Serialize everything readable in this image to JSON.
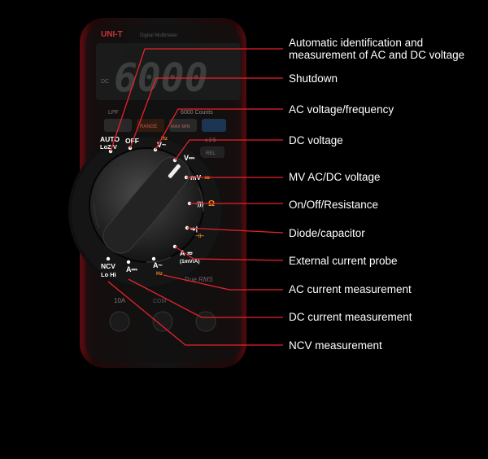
{
  "device": {
    "brand": "UNI-T",
    "subtitle": "Digital Multimeter",
    "display_reading": "6000",
    "display_side": "DC",
    "lcd_text": "LPF",
    "range_label": "RANGE",
    "max_min_label": "MAX MIN",
    "count_label": "6000 Counts",
    "rel_label": "REL",
    "threshold_label": "≤ 2 5",
    "true_rms_label": "True RMS",
    "jack_label": "10A",
    "com_label": "COM"
  },
  "dial": {
    "positions": [
      {
        "id": "auto",
        "label": "AUTO",
        "sub": "LoZ V"
      },
      {
        "id": "off",
        "label": "OFF",
        "sub": ""
      },
      {
        "id": "acv",
        "label": "V~",
        "sub": "Hz"
      },
      {
        "id": "dcv",
        "label": "V⎓",
        "sub": ""
      },
      {
        "id": "mv",
        "label": "mV",
        "sub": "≂"
      },
      {
        "id": "ohm",
        "label": "·))) ",
        "sub": "Ω"
      },
      {
        "id": "diode",
        "label": "➜|",
        "sub": "⊣⊢"
      },
      {
        "id": "probe",
        "label": "A ≂",
        "sub": "(1mV/A)"
      },
      {
        "id": "aac",
        "label": "A~",
        "sub": "Hz"
      },
      {
        "id": "adc",
        "label": "A⎓",
        "sub": ""
      },
      {
        "id": "ncv",
        "label": "NCV",
        "sub": "Lo Hi"
      }
    ]
  },
  "callouts": [
    {
      "lines": [
        "Automatic identification and",
        "measurement of AC and DC voltage"
      ]
    },
    {
      "lines": [
        "Shutdown"
      ]
    },
    {
      "lines": [
        "AC voltage/frequency"
      ]
    },
    {
      "lines": [
        "DC voltage"
      ]
    },
    {
      "lines": [
        "MV AC/DC voltage"
      ]
    },
    {
      "lines": [
        "On/Off/Resistance"
      ]
    },
    {
      "lines": [
        "Diode/capacitor"
      ]
    },
    {
      "lines": [
        "External current probe"
      ]
    },
    {
      "lines": [
        "AC current measurement"
      ]
    },
    {
      "lines": [
        "DC current measurement"
      ]
    },
    {
      "lines": [
        "NCV measurement"
      ]
    }
  ],
  "colors": {
    "background": "#000000",
    "line": "#e8222b",
    "accent_orange": "#f08a1c",
    "text": "#ffffff"
  }
}
